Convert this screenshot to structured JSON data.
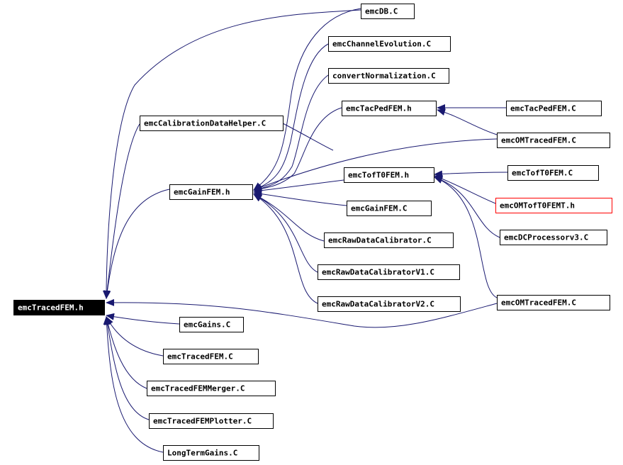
{
  "colors": {
    "edge": "#191970",
    "node_border": "#000000",
    "node_fill": "#ffffff",
    "root_fill": "#000000",
    "root_text": "#ffffff",
    "highlight_border": "#ff0000"
  },
  "nodes": [
    {
      "id": "root",
      "label": "emcTracedFEM.h",
      "style": "root"
    },
    {
      "id": "gainfem_h",
      "label": "emcGainFEM.h",
      "style": "normal"
    },
    {
      "id": "calib_helper",
      "label": "emcCalibrationDataHelper.C",
      "style": "normal"
    },
    {
      "id": "emcdb",
      "label": "emcDB.C",
      "style": "normal"
    },
    {
      "id": "chan_evo",
      "label": "emcChannelEvolution.C",
      "style": "normal"
    },
    {
      "id": "conv_norm",
      "label": "convertNormalization.C",
      "style": "normal"
    },
    {
      "id": "tacped_h",
      "label": "emcTacPedFEM.h",
      "style": "normal"
    },
    {
      "id": "tacped_c",
      "label": "emcTacPedFEM.C",
      "style": "normal"
    },
    {
      "id": "omtraced_1",
      "label": "emcOMTracedFEM.C",
      "style": "normal"
    },
    {
      "id": "tof_h",
      "label": "emcTofT0FEM.h",
      "style": "normal"
    },
    {
      "id": "tof_c",
      "label": "emcTofT0FEM.C",
      "style": "normal"
    },
    {
      "id": "omtof_h",
      "label": "emcOMTofT0FEMT.h",
      "style": "highlight"
    },
    {
      "id": "dcproc",
      "label": "emcDCProcessorv3.C",
      "style": "normal"
    },
    {
      "id": "gainfem_c",
      "label": "emcGainFEM.C",
      "style": "normal"
    },
    {
      "id": "rawcal",
      "label": "emcRawDataCalibrator.C",
      "style": "normal"
    },
    {
      "id": "rawcal_v1",
      "label": "emcRawDataCalibratorV1.C",
      "style": "normal"
    },
    {
      "id": "rawcal_v2",
      "label": "emcRawDataCalibratorV2.C",
      "style": "normal"
    },
    {
      "id": "omtraced_2",
      "label": "emcOMTracedFEM.C",
      "style": "normal"
    },
    {
      "id": "gains_c",
      "label": "emcGains.C",
      "style": "normal"
    },
    {
      "id": "traced_c",
      "label": "emcTracedFEM.C",
      "style": "normal"
    },
    {
      "id": "merger",
      "label": "emcTracedFEMMerger.C",
      "style": "normal"
    },
    {
      "id": "plotter",
      "label": "emcTracedFEMPlotter.C",
      "style": "normal"
    },
    {
      "id": "longterm",
      "label": "LongTermGains.C",
      "style": "normal"
    }
  ],
  "edges": [
    {
      "from": "gainfem_h",
      "to": "root"
    },
    {
      "from": "calib_helper",
      "to": "root"
    },
    {
      "from": "emcdb",
      "to": "root"
    },
    {
      "from": "omtraced_2",
      "to": "root"
    },
    {
      "from": "gains_c",
      "to": "root"
    },
    {
      "from": "traced_c",
      "to": "root"
    },
    {
      "from": "merger",
      "to": "root"
    },
    {
      "from": "plotter",
      "to": "root"
    },
    {
      "from": "longterm",
      "to": "root"
    },
    {
      "from": "emcdb",
      "to": "gainfem_h"
    },
    {
      "from": "chan_evo",
      "to": "gainfem_h"
    },
    {
      "from": "conv_norm",
      "to": "gainfem_h"
    },
    {
      "from": "tacped_h",
      "to": "gainfem_h"
    },
    {
      "from": "omtraced_1",
      "to": "gainfem_h"
    },
    {
      "from": "tof_h",
      "to": "gainfem_h"
    },
    {
      "from": "gainfem_c",
      "to": "gainfem_h"
    },
    {
      "from": "rawcal",
      "to": "gainfem_h"
    },
    {
      "from": "rawcal_v1",
      "to": "gainfem_h"
    },
    {
      "from": "rawcal_v2",
      "to": "gainfem_h"
    },
    {
      "from": "calib_helper",
      "to": "gainfem_h"
    },
    {
      "from": "tacped_c",
      "to": "tacped_h"
    },
    {
      "from": "omtraced_1",
      "to": "tacped_h"
    },
    {
      "from": "tof_c",
      "to": "tof_h"
    },
    {
      "from": "omtof_h",
      "to": "tof_h"
    },
    {
      "from": "dcproc",
      "to": "tof_h"
    },
    {
      "from": "omtraced_2",
      "to": "tof_h"
    }
  ]
}
